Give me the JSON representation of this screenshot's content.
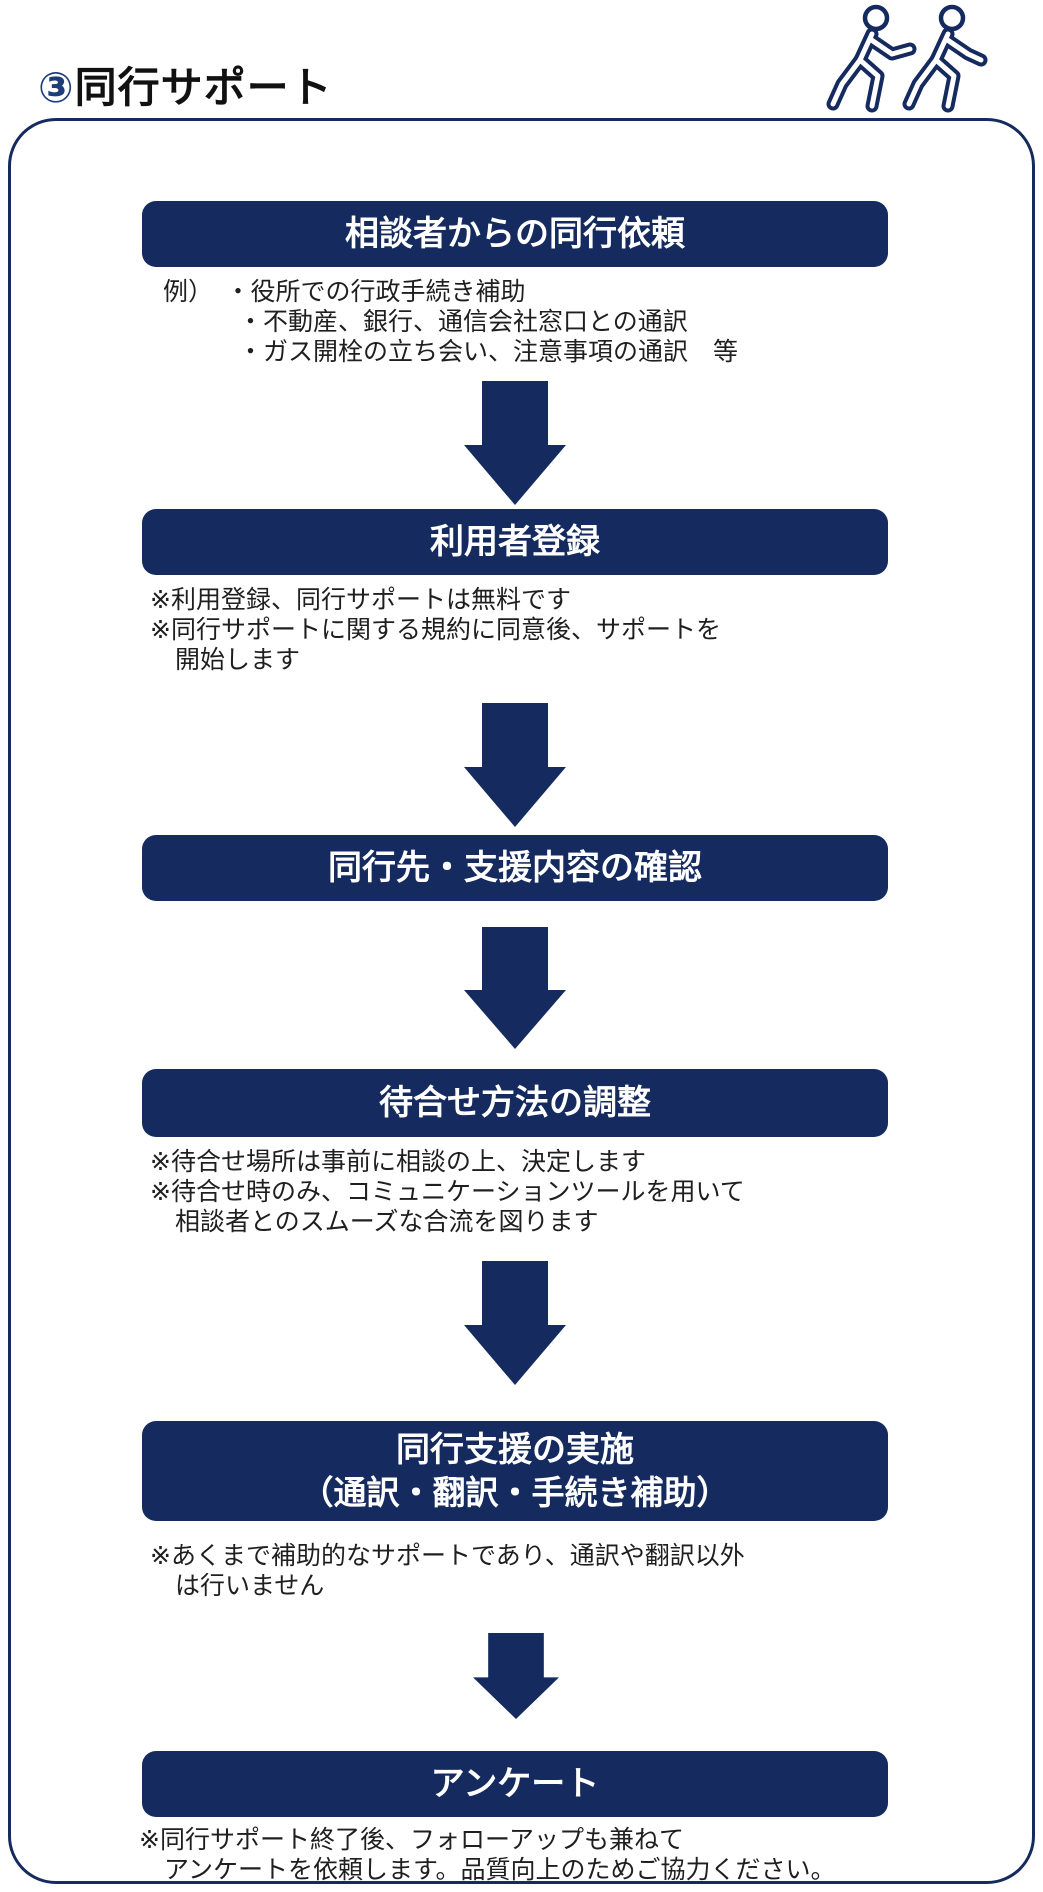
{
  "colors": {
    "navy": "#152a5e",
    "title_number": "#1e3c78",
    "text": "#1f1f1f",
    "box_text": "#ffffff"
  },
  "header": {
    "number": "③",
    "title": "同行サポート",
    "icon": "two-people-walking-icon"
  },
  "flow": {
    "steps": [
      {
        "label": "相談者からの同行依頼",
        "notes": [
          "例）　・役所での行政手続き補助",
          "　　　・不動産、銀行、通信会社窓口との通訳",
          "　　　・ガス開栓の立ち会い、注意事項の通訳　等"
        ]
      },
      {
        "label": "利用者登録",
        "notes": [
          "※利用登録、同行サポートは無料です",
          "※同行サポートに関する規約に同意後、サポートを",
          "　開始します"
        ]
      },
      {
        "label": "同行先・支援内容の確認",
        "notes": []
      },
      {
        "label": "待合せ方法の調整",
        "notes": [
          "※待合せ場所は事前に相談の上、決定します",
          "※待合せ時のみ、コミュニケーションツールを用いて",
          "　相談者とのスムーズな合流を図ります"
        ]
      },
      {
        "label": "同行支援の実施",
        "label2": "（通訳・翻訳・手続き補助）",
        "notes": [
          "※あくまで補助的なサポートであり、通訳や翻訳以外",
          "　は行いません"
        ]
      },
      {
        "label": "アンケート",
        "notes": [
          "※同行サポート終了後、フォローアップも兼ねて",
          "　アンケートを依頼します。品質向上のためご協力ください。"
        ]
      }
    ]
  }
}
